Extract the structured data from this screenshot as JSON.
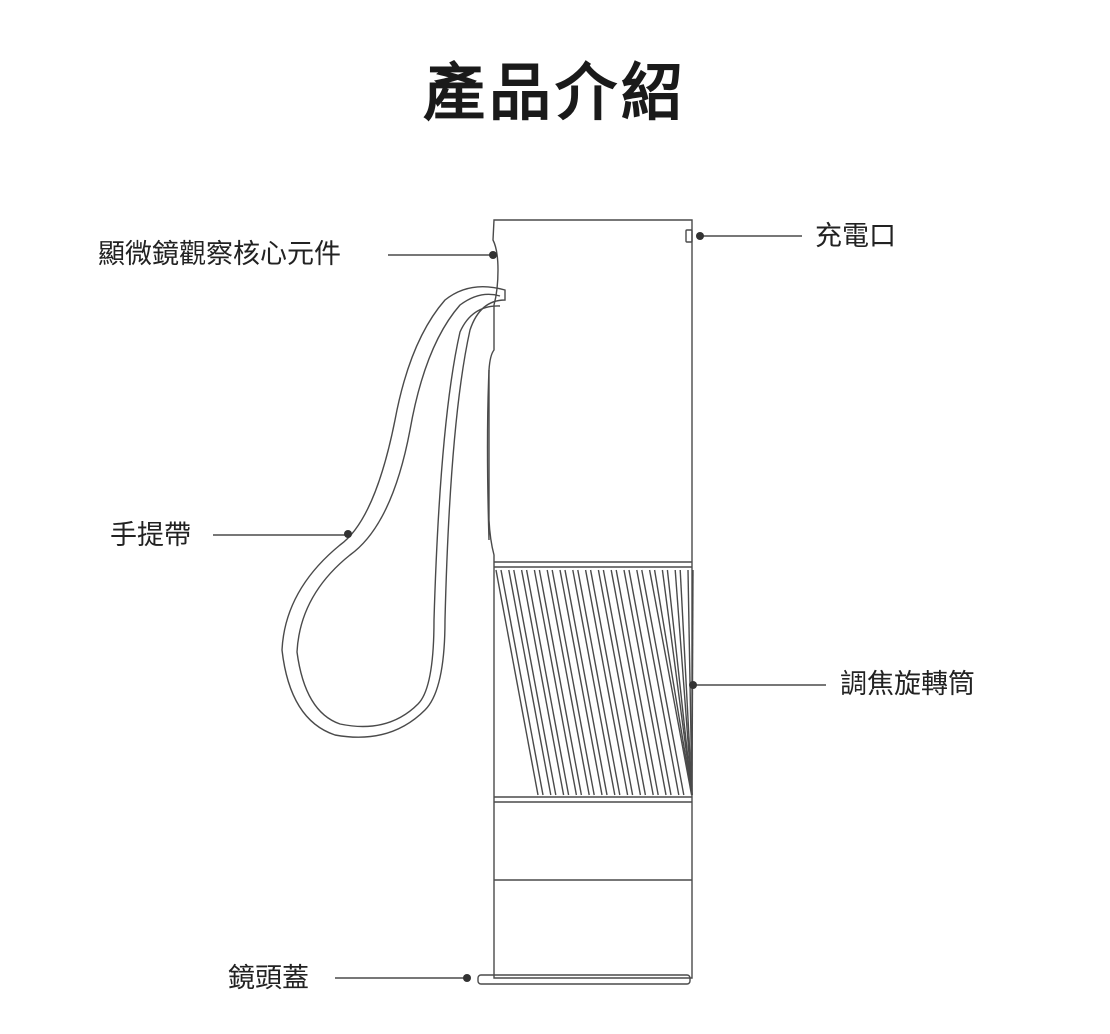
{
  "title": "產品介紹",
  "labels": {
    "core": "顯微鏡觀察核心元件",
    "charge": "充電口",
    "strap": "手提帶",
    "focus": "調焦旋轉筒",
    "cap": "鏡頭蓋"
  },
  "colors": {
    "line": "#4a4a4a",
    "dot": "#333333"
  }
}
